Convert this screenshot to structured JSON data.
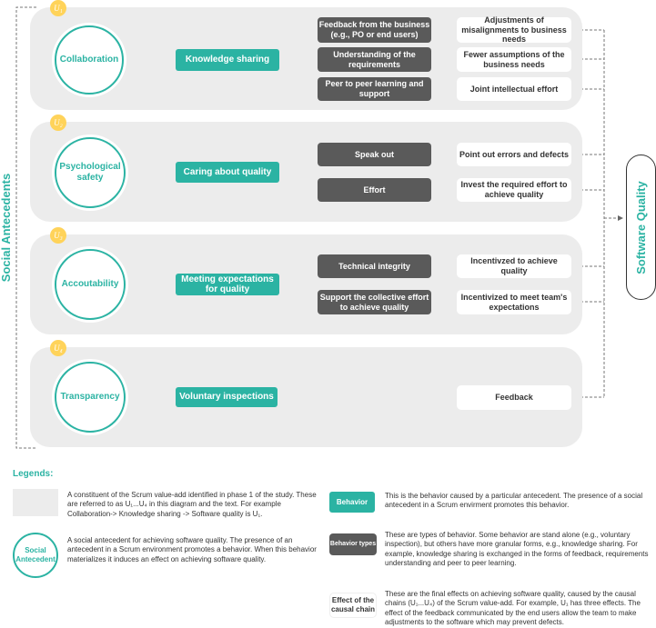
{
  "side_label": "Social Antecedents",
  "right_label": "Software Quality",
  "rows": [
    {
      "badge": "U₁",
      "antecedent": "Collaboration",
      "behavior": "Knowledge sharing",
      "types": [
        "Feedback from the business (e.g., PO or end users)",
        "Understanding of the requirements",
        "Peer to peer learning and support"
      ],
      "effects": [
        "Adjustments of misalignments to business needs",
        "Fewer assumptions of the business needs",
        "Joint intellectual effort"
      ]
    },
    {
      "badge": "U₂",
      "antecedent": "Psychological safety",
      "behavior": "Caring about quality",
      "types": [
        "Speak out",
        "Effort"
      ],
      "effects": [
        "Point out errors and defects",
        "Invest the required effort to achieve quality"
      ]
    },
    {
      "badge": "U₃",
      "antecedent": "Accoutability",
      "behavior": "Meeting expectations for quality",
      "types": [
        "Technical integrity",
        "Support the collective effort to achieve quality"
      ],
      "effects": [
        "Incentivzed to achieve quality",
        "Incentivized to meet team's expectations"
      ]
    },
    {
      "badge": "U₄",
      "antecedent": "Transparency",
      "behavior": "Voluntary inspections",
      "types": [],
      "effects": [
        "Feedback"
      ]
    }
  ],
  "legend": {
    "title": "Legends:",
    "constituent_text": "A constituent of the Scrum value-add identified in phase 1 of the study. These are referred to as U₁...U₄ in this diagram and the text. For example Collaboration-> Knowledge sharing -> Software quality is U₁.",
    "antecedent_sample": "Social Antecedent",
    "antecedent_text": "A social antecedent for achieving software quality. The presence of an antecedent in a Scrum environment promotes a behavior. When this behavior materializes it induces an effect on achieving software quality.",
    "behavior_sample": "Behavior",
    "behavior_text": "This is the behavior caused by a particular antecedent. The presence of a social antecedent in a Scrum envirment promotes this behavior.",
    "types_sample": "Behavior types",
    "types_text": "These are types of behavior. Some behavior are stand alone (e.g., voluntary inspection), but others have more granular forms, e.g., knowledge sharing. For example, knowledge sharing is exchanged in the forms of feedback,  requirements understanding and peer to peer learning.",
    "effect_sample": "Effect of the causal chain",
    "effect_text": "These are the final effects on achieving software quality, caused by the causal chains (U₁...U₄) of the Scrum value-add. For example,  U₁ has three effects. The effect of the feedback communicated by the end users allow the team to make adjustments to the software which may prevent defects."
  }
}
